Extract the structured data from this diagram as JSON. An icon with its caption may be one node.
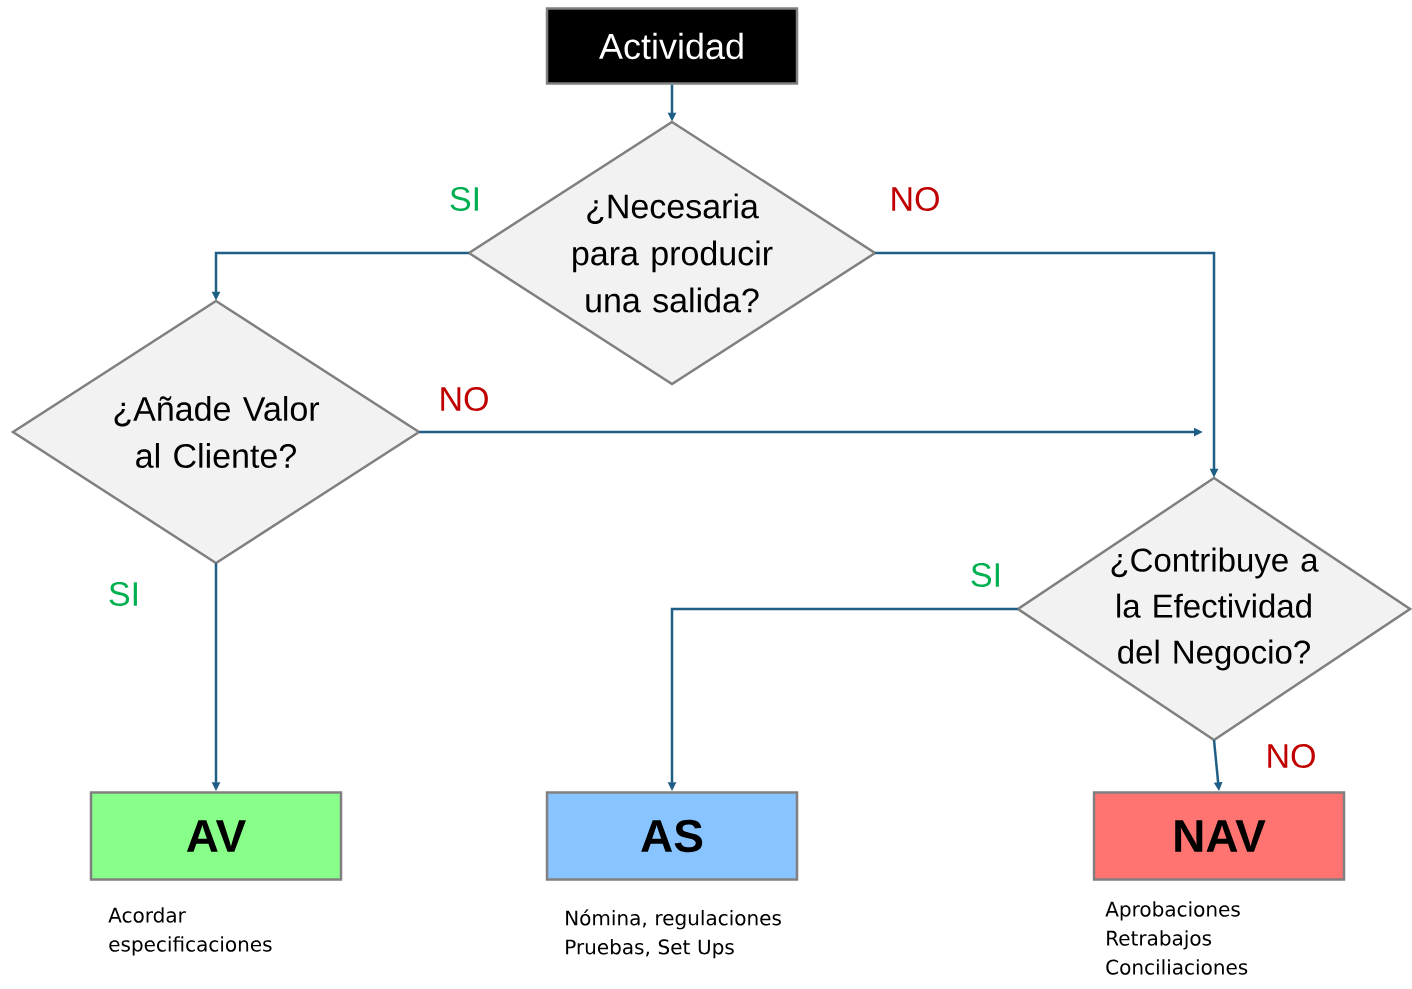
{
  "diagram": {
    "nodes": [
      {
        "text": [
          "Actividad"
        ]
      },
      {
        "text": [
          "¿Necesaria para producir una salida?"
        ]
      },
      {
        "text": [
          "¿Añade Valor al Cliente?"
        ]
      },
      {
        "text": [
          "¿Contribuye a la Efectividad del Negocio?"
        ]
      },
      {
        "text": [
          "AV"
        ],
        "beside": [
          "Acordar especificaciones"
        ]
      },
      {
        "text": [
          "AS"
        ],
        "beside": [
          "Nómina, regulaciones",
          "Pruebas, Set Ups"
        ]
      },
      {
        "text": [
          "NAV"
        ],
        "beside": [
          "Aprobaciones",
          "Retrabajos",
          "Conciliaciones"
        ]
      }
    ],
    "edges": [
      {
        "from": 0,
        "to": 1,
        "arrow": "to"
      },
      {
        "from": 1,
        "to": 2,
        "arrow": "to",
        "label": "SI"
      },
      {
        "from": 1,
        "to": 3,
        "arrow": "to",
        "label": "NO"
      },
      {
        "from": 2,
        "to": null,
        "arrow": "to",
        "label": "NO"
      },
      {
        "from": 2,
        "to": 4,
        "arrow": "to",
        "label": "SI"
      },
      {
        "from": 3,
        "to": 5,
        "arrow": "to",
        "label": "SI"
      },
      {
        "from": 3,
        "to": 6,
        "arrow": "to",
        "label": "NO"
      }
    ]
  }
}
